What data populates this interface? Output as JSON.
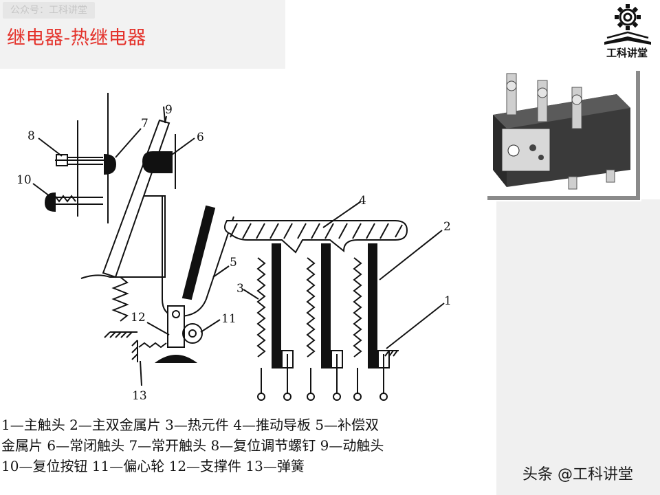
{
  "header": {
    "watermark": "公众号：工科讲堂",
    "title": "继电器-热继电器"
  },
  "logo": {
    "text": "工科讲堂"
  },
  "diagram": {
    "labels": [
      "1",
      "2",
      "3",
      "4",
      "5",
      "6",
      "7",
      "8",
      "9",
      "10",
      "11",
      "12",
      "13"
    ]
  },
  "legend": {
    "lines": [
      "1—主触头   2—主双金属片   3—热元件   4—推动导板   5—补偿双",
      "金属片 6—常闭触头   7—常开触头   8—复位调节螺钉   9—动触头",
      "10—复位按钮   11—偏心轮   12—支撑件   13—弹簧"
    ]
  },
  "footer": {
    "credit": "头条 @工科讲堂"
  },
  "colors": {
    "title": "#e4322b",
    "watermark": "#c6c6c6",
    "panel": "#f0f0f0"
  }
}
